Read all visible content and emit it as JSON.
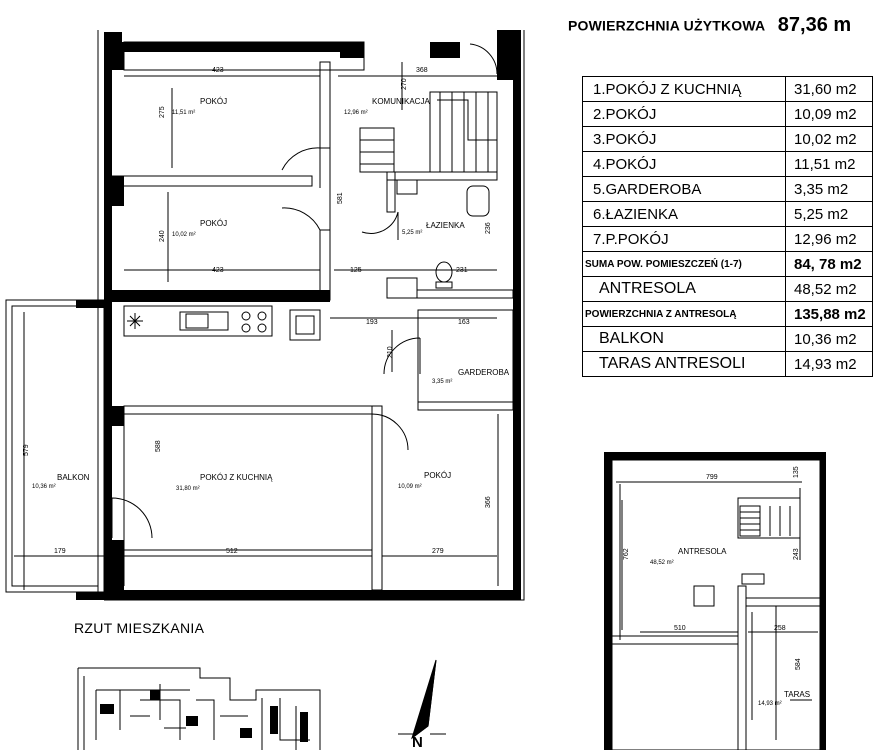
{
  "header": {
    "label": "POWIERZCHNIA UŻYTKOWA",
    "value": "87,36 m"
  },
  "areas": [
    {
      "name": "1.POKÓJ Z KUCHNIĄ",
      "value": "31,60 m2",
      "kind": "row"
    },
    {
      "name": "2.POKÓJ",
      "value": "10,09 m2",
      "kind": "row"
    },
    {
      "name": "3.POKÓJ",
      "value": "10,02 m2",
      "kind": "row"
    },
    {
      "name": "4.POKÓJ",
      "value": "11,51 m2",
      "kind": "row"
    },
    {
      "name": "5.GARDEROBA",
      "value": "3,35 m2",
      "kind": "row"
    },
    {
      "name": "6.ŁAZIENKA",
      "value": "5,25 m2",
      "kind": "row"
    },
    {
      "name": "7.P.POKÓJ",
      "value": "12,96 m2",
      "kind": "row"
    },
    {
      "name": "SUMA POW. POMIESZCZEŃ (1-7)",
      "value": "84, 78 m2",
      "kind": "sum"
    },
    {
      "name": "ANTRESOLA",
      "value": "48,52 m2",
      "kind": "big"
    },
    {
      "name": "POWIERZCHNIA Z ANTRESOLĄ",
      "value": "135,88 m2",
      "kind": "sum"
    },
    {
      "name": "BALKON",
      "value": "10,36 m2",
      "kind": "big"
    },
    {
      "name": "TARAS ANTRESOLI",
      "value": "14,93 m2",
      "kind": "big"
    }
  ],
  "plan_title": "RZUT MIESZKANIA",
  "north_label": "N",
  "rooms": {
    "pokoj4": {
      "name": "POKÓJ",
      "area": "11,51 m²"
    },
    "komunikacja": {
      "name": "KOMUNIKACJA",
      "area": "12,96 m²"
    },
    "pokoj3": {
      "name": "POKÓJ",
      "area": "10,02 m²"
    },
    "lazienka": {
      "name": "ŁAZIENKA",
      "area": "5,25 m²"
    },
    "garderoba": {
      "name": "GARDEROBA",
      "area": "3,35 m²"
    },
    "kuchnia": {
      "name": "POKÓJ Z KUCHNIĄ",
      "area": "31,80 m²"
    },
    "pokoj2": {
      "name": "POKÓJ",
      "area": "10,09 m²"
    },
    "balkon": {
      "name": "BALKON",
      "area": "10,36 m²"
    },
    "antresola": {
      "name": "ANTRESOLA",
      "area": "48,52 m²"
    },
    "taras": {
      "name": "TARAS",
      "area": "14,93 m²"
    }
  },
  "dims": {
    "d423a": "423",
    "d368": "368",
    "d270": "270",
    "d275": "275",
    "d581": "581",
    "d240": "240",
    "d236": "236",
    "d423b": "423",
    "d125": "125",
    "d231": "231",
    "d193": "193",
    "d163": "163",
    "d210": "210",
    "d579": "579",
    "d588": "588",
    "d366": "366",
    "d179": "179",
    "d512": "512",
    "d279": "279",
    "d799": "799",
    "d135": "135",
    "d762": "762",
    "d243": "243",
    "d510": "510",
    "d258": "258",
    "d584": "584"
  }
}
